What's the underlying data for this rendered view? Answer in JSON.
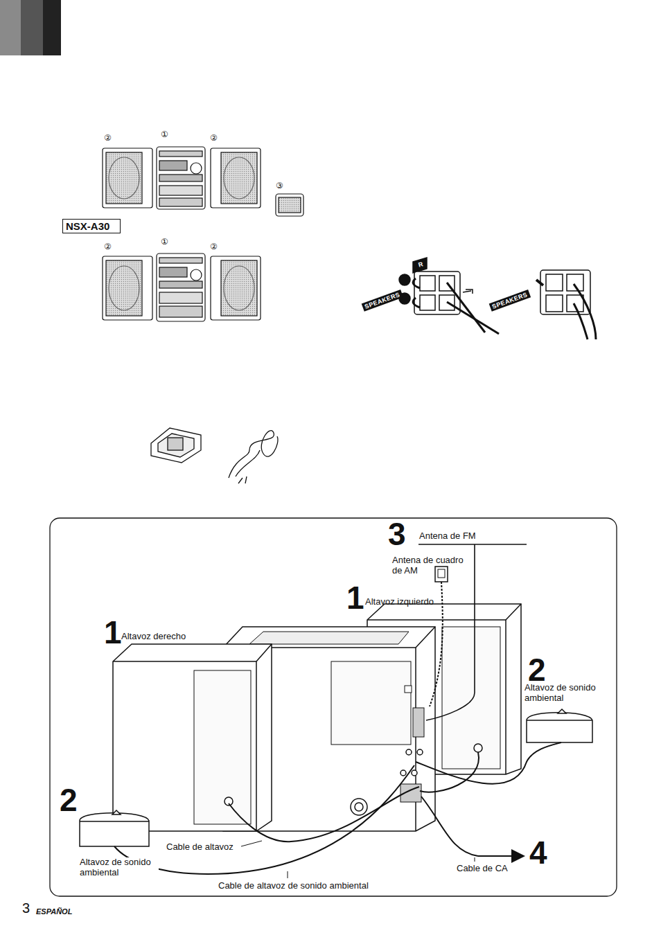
{
  "diagram": {
    "nodes": [
      {
        "text": [
          "NSX-A30"
        ]
      }
    ],
    "labels": [
      "②",
      "①",
      "②",
      "③",
      "②",
      "①",
      "②",
      "R",
      "SPEAKERS",
      "SPEAKERS",
      "3",
      "Antena de FM",
      "Antena de cuadro de AM",
      "1",
      "Altavoz izquierdo",
      "1",
      "Altavoz derecho",
      "2",
      "Altavoz de sonido ambiental",
      "2",
      "Altavoz de sonido ambiental",
      "Cable de altavoz",
      "4",
      "Cable de CA",
      "Cable de altavoz de sonido ambiental",
      "3",
      "ESPAÑOL"
    ]
  }
}
